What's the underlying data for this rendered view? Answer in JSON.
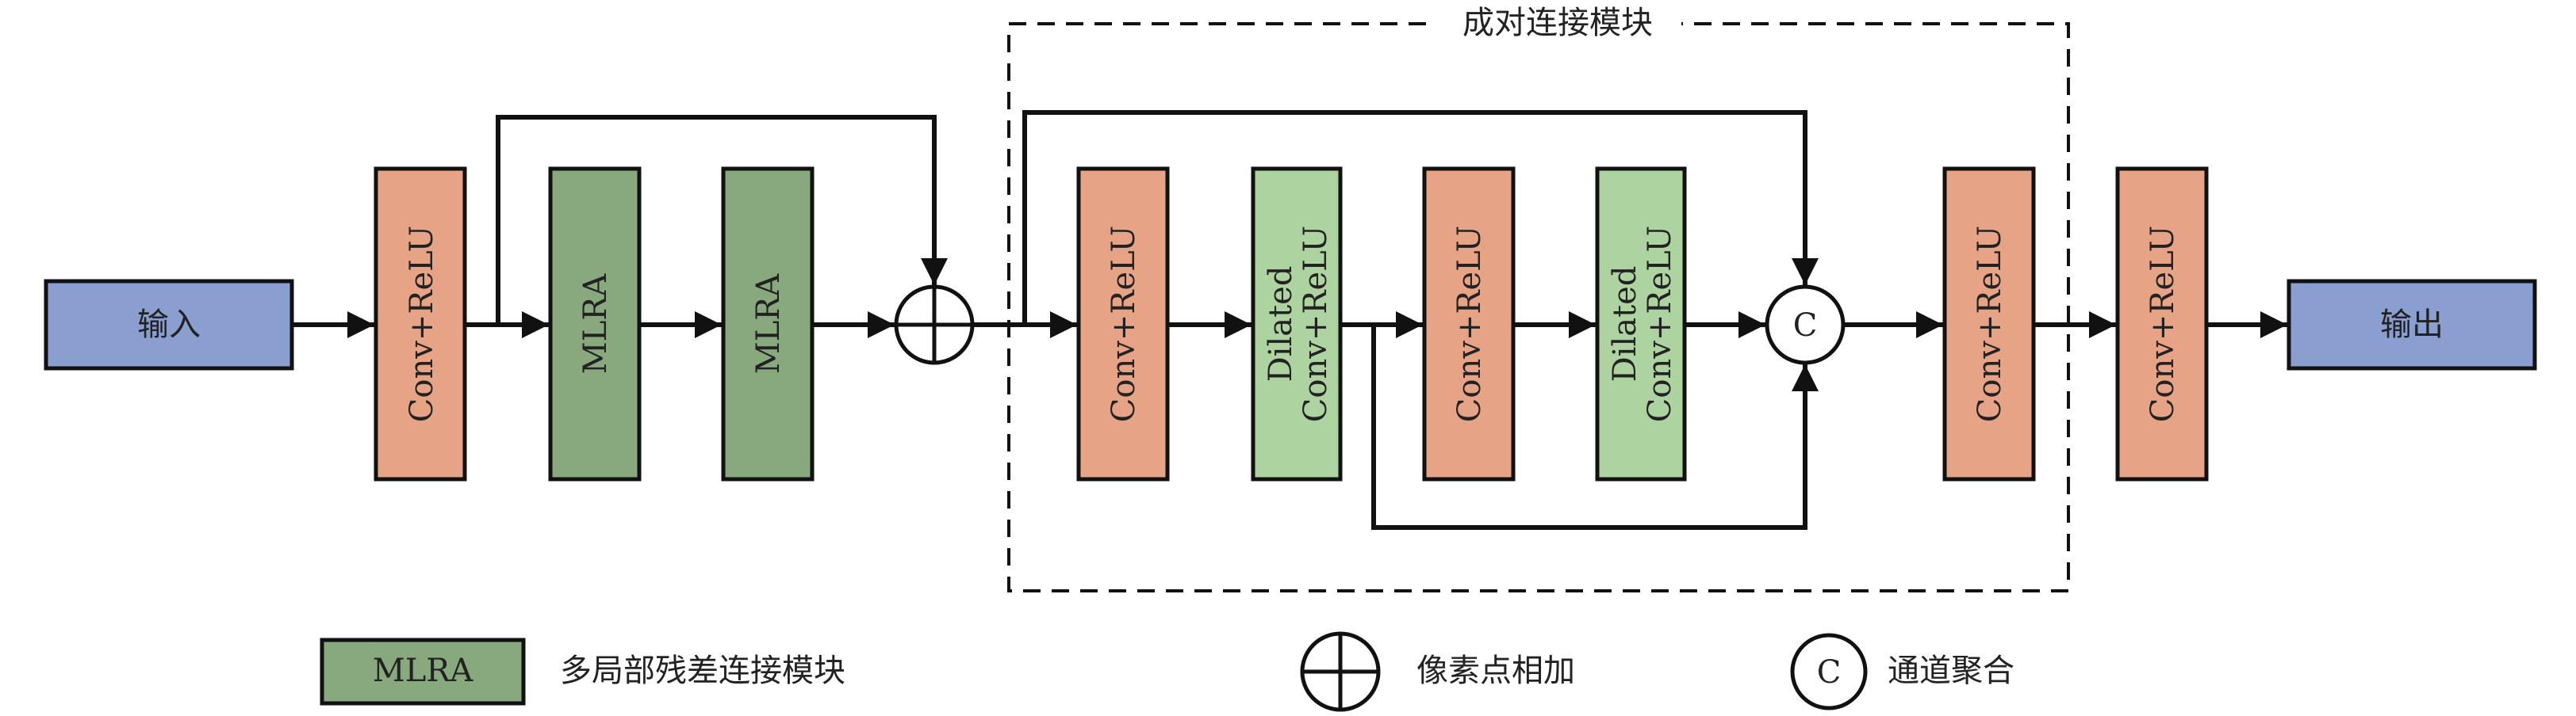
{
  "group_label": "成对连接模块",
  "input_label": "输入",
  "output_label": "输出",
  "blocks": {
    "conv_relu": "Conv+ReLU",
    "mlra": "MLRA",
    "dilated_line1": "Dilated",
    "dilated_line2": "Conv+ReLU"
  },
  "symbols": {
    "concat": "C"
  },
  "legend": {
    "mlra_box": "MLRA",
    "mlra_desc": "多局部残差连接模块",
    "add_desc": "像素点相加",
    "concat_symbol": "C",
    "concat_desc": "通道聚合"
  },
  "colors": {
    "conv": "#E6A385",
    "mlra": "#88A87E",
    "dilated": "#ADD3A0",
    "io": "#8A9FD0",
    "stroke": "#111111"
  }
}
